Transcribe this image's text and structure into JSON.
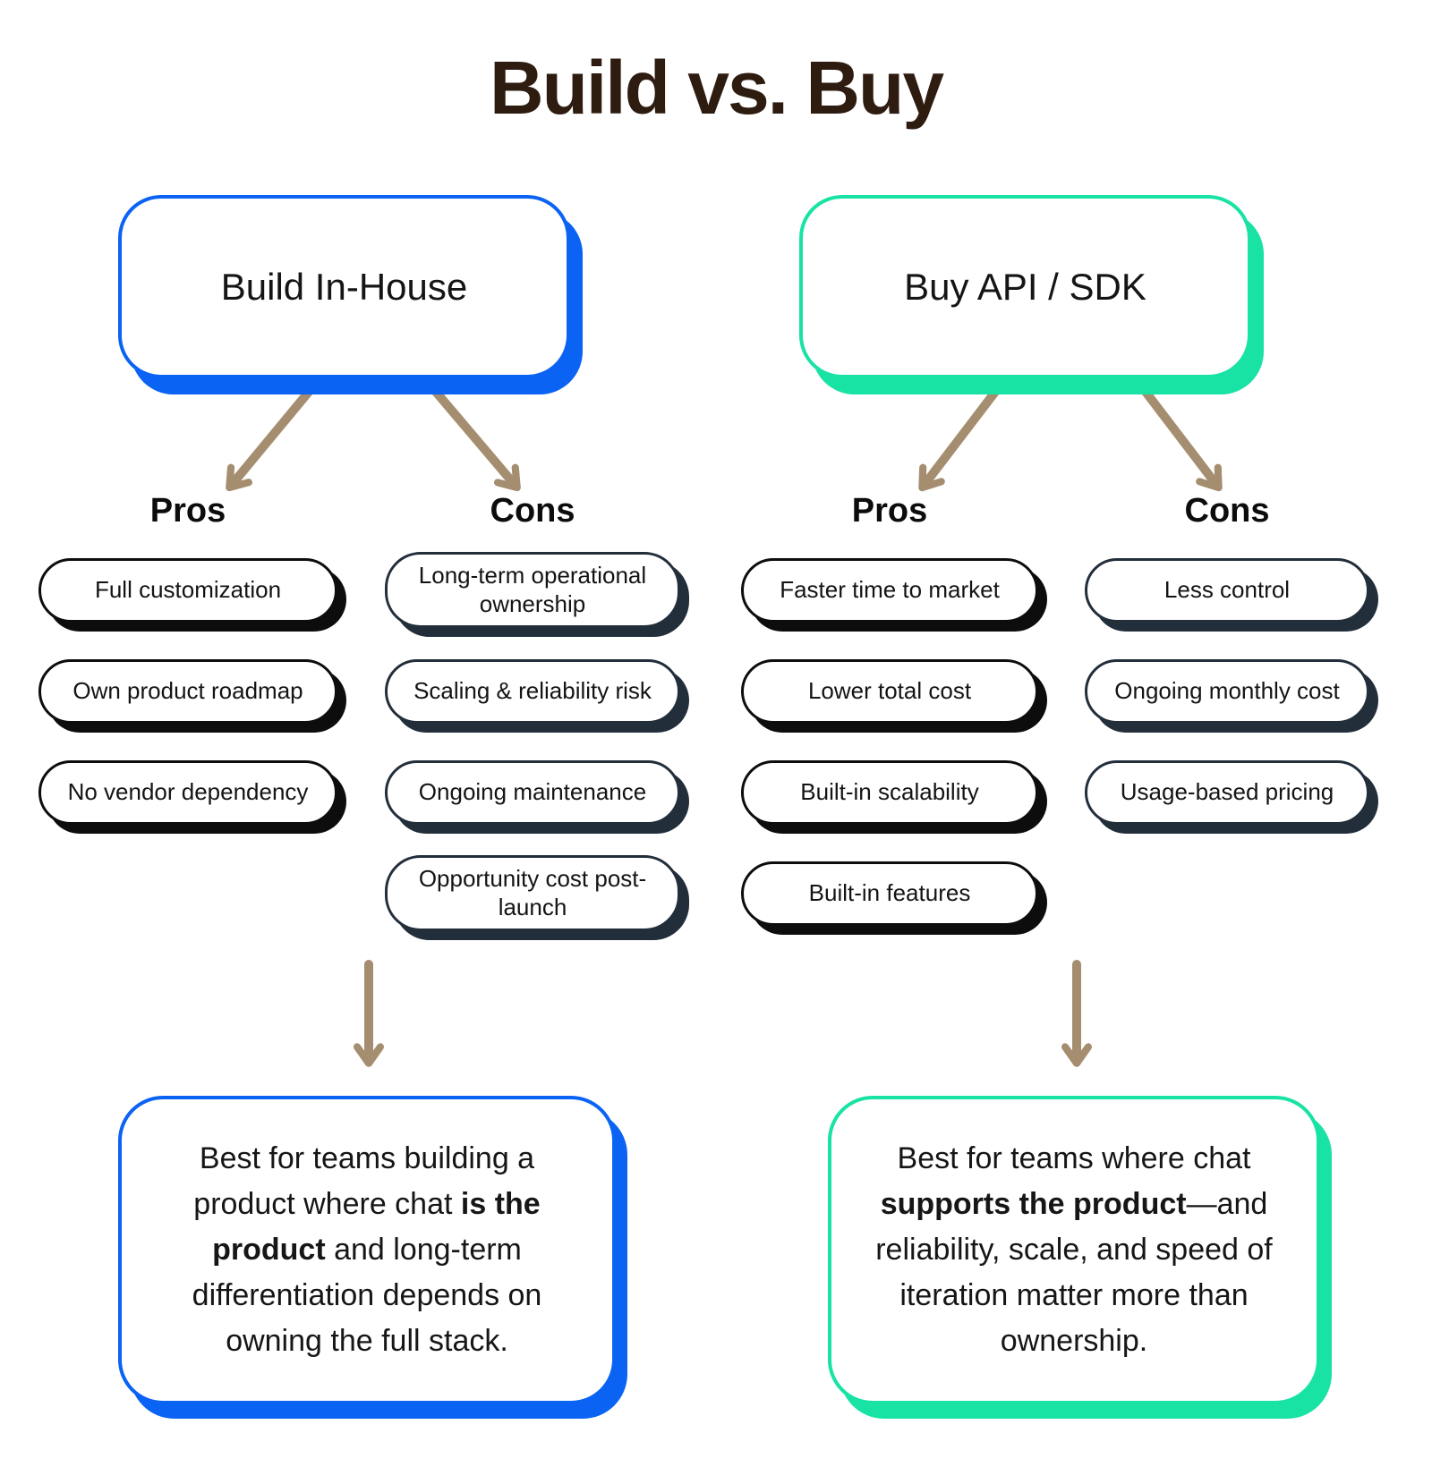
{
  "title": "Build vs. Buy",
  "palette": {
    "blue_accent": "#0b63f4",
    "green_accent": "#18e3a4",
    "arrow_tan": "#a58e70",
    "title_brown": "#2e1c10",
    "pros_pill_border": "#0d0d0d",
    "cons_pill_border": "#232e3b"
  },
  "icons": {
    "connector_arrow": "tapered tan arrow with chevron head"
  },
  "build": {
    "box_label": "Build In-House",
    "pros": {
      "header": "Pros",
      "items": [
        "Full customization",
        "Own product roadmap",
        "No vendor dependency"
      ]
    },
    "cons": {
      "header": "Cons",
      "items": [
        "Long-term operational ownership",
        "Scaling & reliability risk",
        "Ongoing maintenance",
        "Opportunity cost post-launch"
      ]
    },
    "summary": [
      {
        "text": "Best for teams building a product where chat "
      },
      {
        "text": "is the product",
        "bold": true
      },
      {
        "text": " and long-term differentiation depends on owning the full stack."
      }
    ]
  },
  "buy": {
    "box_label": "Buy API / SDK",
    "pros": {
      "header": "Pros",
      "items": [
        "Faster time to market",
        "Lower total cost",
        "Built-in scalability",
        "Built-in features"
      ]
    },
    "cons": {
      "header": "Cons",
      "items": [
        "Less control",
        "Ongoing monthly cost",
        "Usage-based pricing"
      ]
    },
    "summary": [
      {
        "text": "Best for teams where chat "
      },
      {
        "text": "supports the product",
        "bold": true
      },
      {
        "text": "—and reliability, scale, and speed of iteration matter more than ownership."
      }
    ]
  }
}
